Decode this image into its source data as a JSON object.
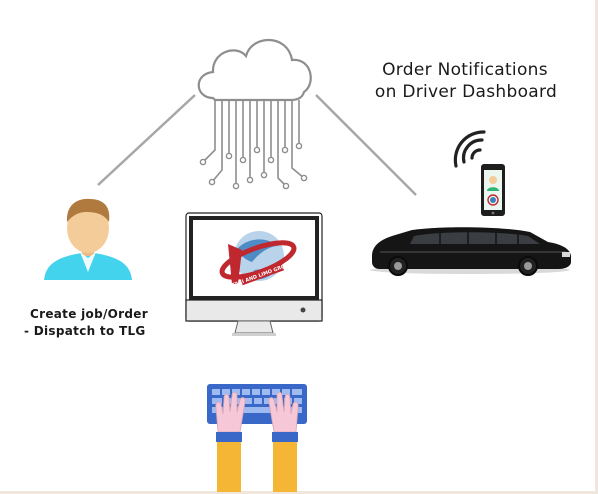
{
  "notification_title": {
    "line1": "Order Notifications",
    "line2": "on Driver Dashboard"
  },
  "customer_caption": {
    "line1": "Create job/Order",
    "line2": "- Dispatch to TLG"
  },
  "logo_text": "TAXI AND LIMO GROUP",
  "colors": {
    "connector_gray": "#a7a7a7",
    "person_hair": "#b07a3e",
    "person_skin": "#f3cc99",
    "shirt_cyan": "#43d3ec",
    "keyboard_blue": "#3a68c8",
    "glove_pink": "#f6c7d6",
    "sleeve_yellow": "#f5b635",
    "logo_red": "#c0282f",
    "globe_blue": "#3b7fbf",
    "car_black": "#151515"
  },
  "icons": [
    "cloud-icon",
    "person-icon",
    "monitor-icon",
    "smartphone-icon",
    "wifi-signal-icon",
    "limousine-icon",
    "keyboard-icon"
  ]
}
